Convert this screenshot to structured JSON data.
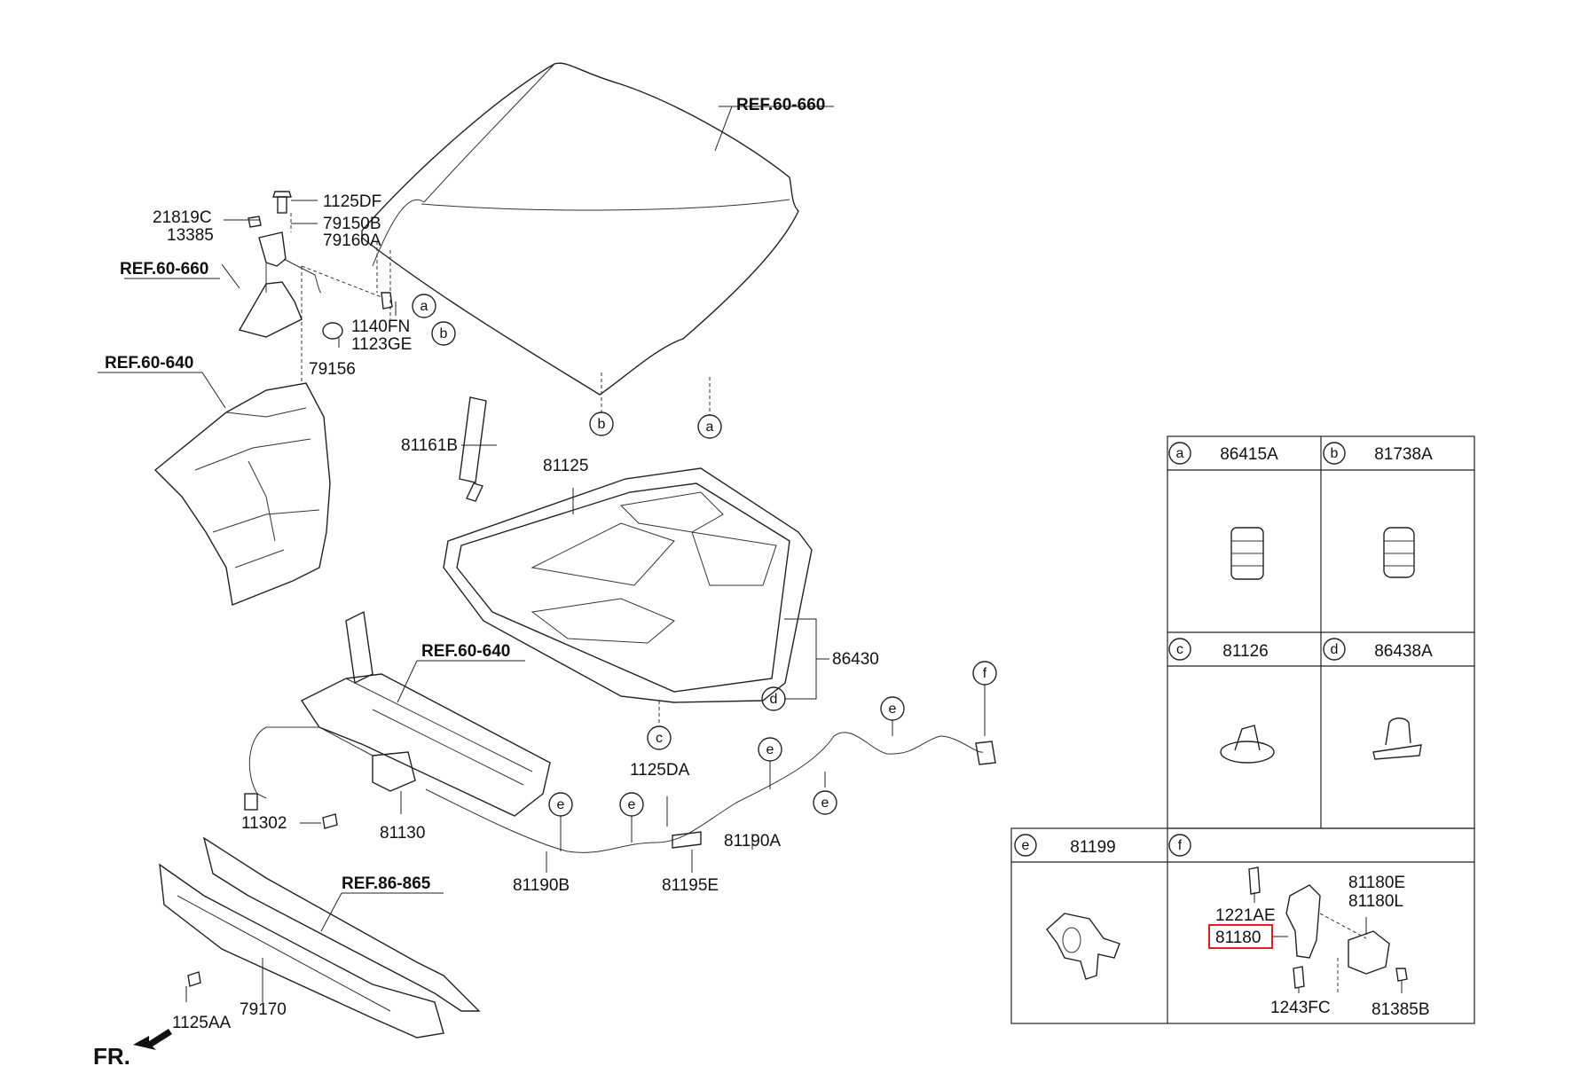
{
  "fr_label": "FR.",
  "refs": {
    "hood": "REF.60-660",
    "hinge": "REF.60-660",
    "fender_left": "REF.60-640",
    "support": "REF.60-640",
    "bumper": "REF.86-865"
  },
  "labels": {
    "p21819C": "21819C",
    "p13385": "13385",
    "p1125DF": "1125DF",
    "p79150B": "79150B",
    "p79160A": "79160A",
    "p1140FN": "1140FN",
    "p1123GE": "1123GE",
    "p79156": "79156",
    "p81161B": "81161B",
    "p81125": "81125",
    "p86430": "86430",
    "p11302": "11302",
    "p81130": "81130",
    "p81190B": "81190B",
    "p1125DA": "1125DA",
    "p81195E": "81195E",
    "p81190A": "81190A",
    "p1125AA": "1125AA",
    "p79170": "79170"
  },
  "callouts": {
    "a": "a",
    "b": "b",
    "c": "c",
    "d": "d",
    "e": "e",
    "f": "f"
  },
  "legend": {
    "cells": [
      {
        "letter": "a",
        "part": "86415A"
      },
      {
        "letter": "b",
        "part": "81738A"
      },
      {
        "letter": "c",
        "part": "81126"
      },
      {
        "letter": "d",
        "part": "86438A"
      },
      {
        "letter": "e",
        "part": "81199"
      },
      {
        "letter": "f",
        "part": ""
      }
    ],
    "f_parts": {
      "p1221AE": "1221AE",
      "p81180E": "81180E",
      "p81180L": "81180L",
      "p81180": "81180",
      "p1243FC": "1243FC",
      "p81385B": "81385B"
    }
  }
}
